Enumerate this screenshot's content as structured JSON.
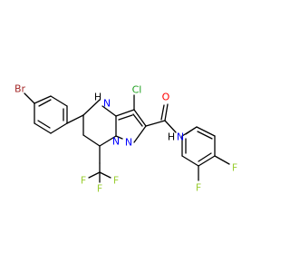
{
  "molecule": {
    "atoms": {
      "br": "Br",
      "nh_ring": "H",
      "n_ring": "N",
      "n_ring2": "N",
      "n_pz": "N",
      "cl": "Cl",
      "o": "O",
      "n_amide": "N",
      "h_amide": "H",
      "f_ortho": "F",
      "f_para": "F",
      "cf3_f1": "F",
      "cf3_f2": "F",
      "cf3_f3": "F"
    },
    "colors": {
      "bromine": "#a52a2a",
      "nitrogen": "#0000ff",
      "chlorine": "#1fa01f",
      "oxygen": "#ff0000",
      "fluorine": "#9acd32",
      "bond": "#000000"
    }
  }
}
